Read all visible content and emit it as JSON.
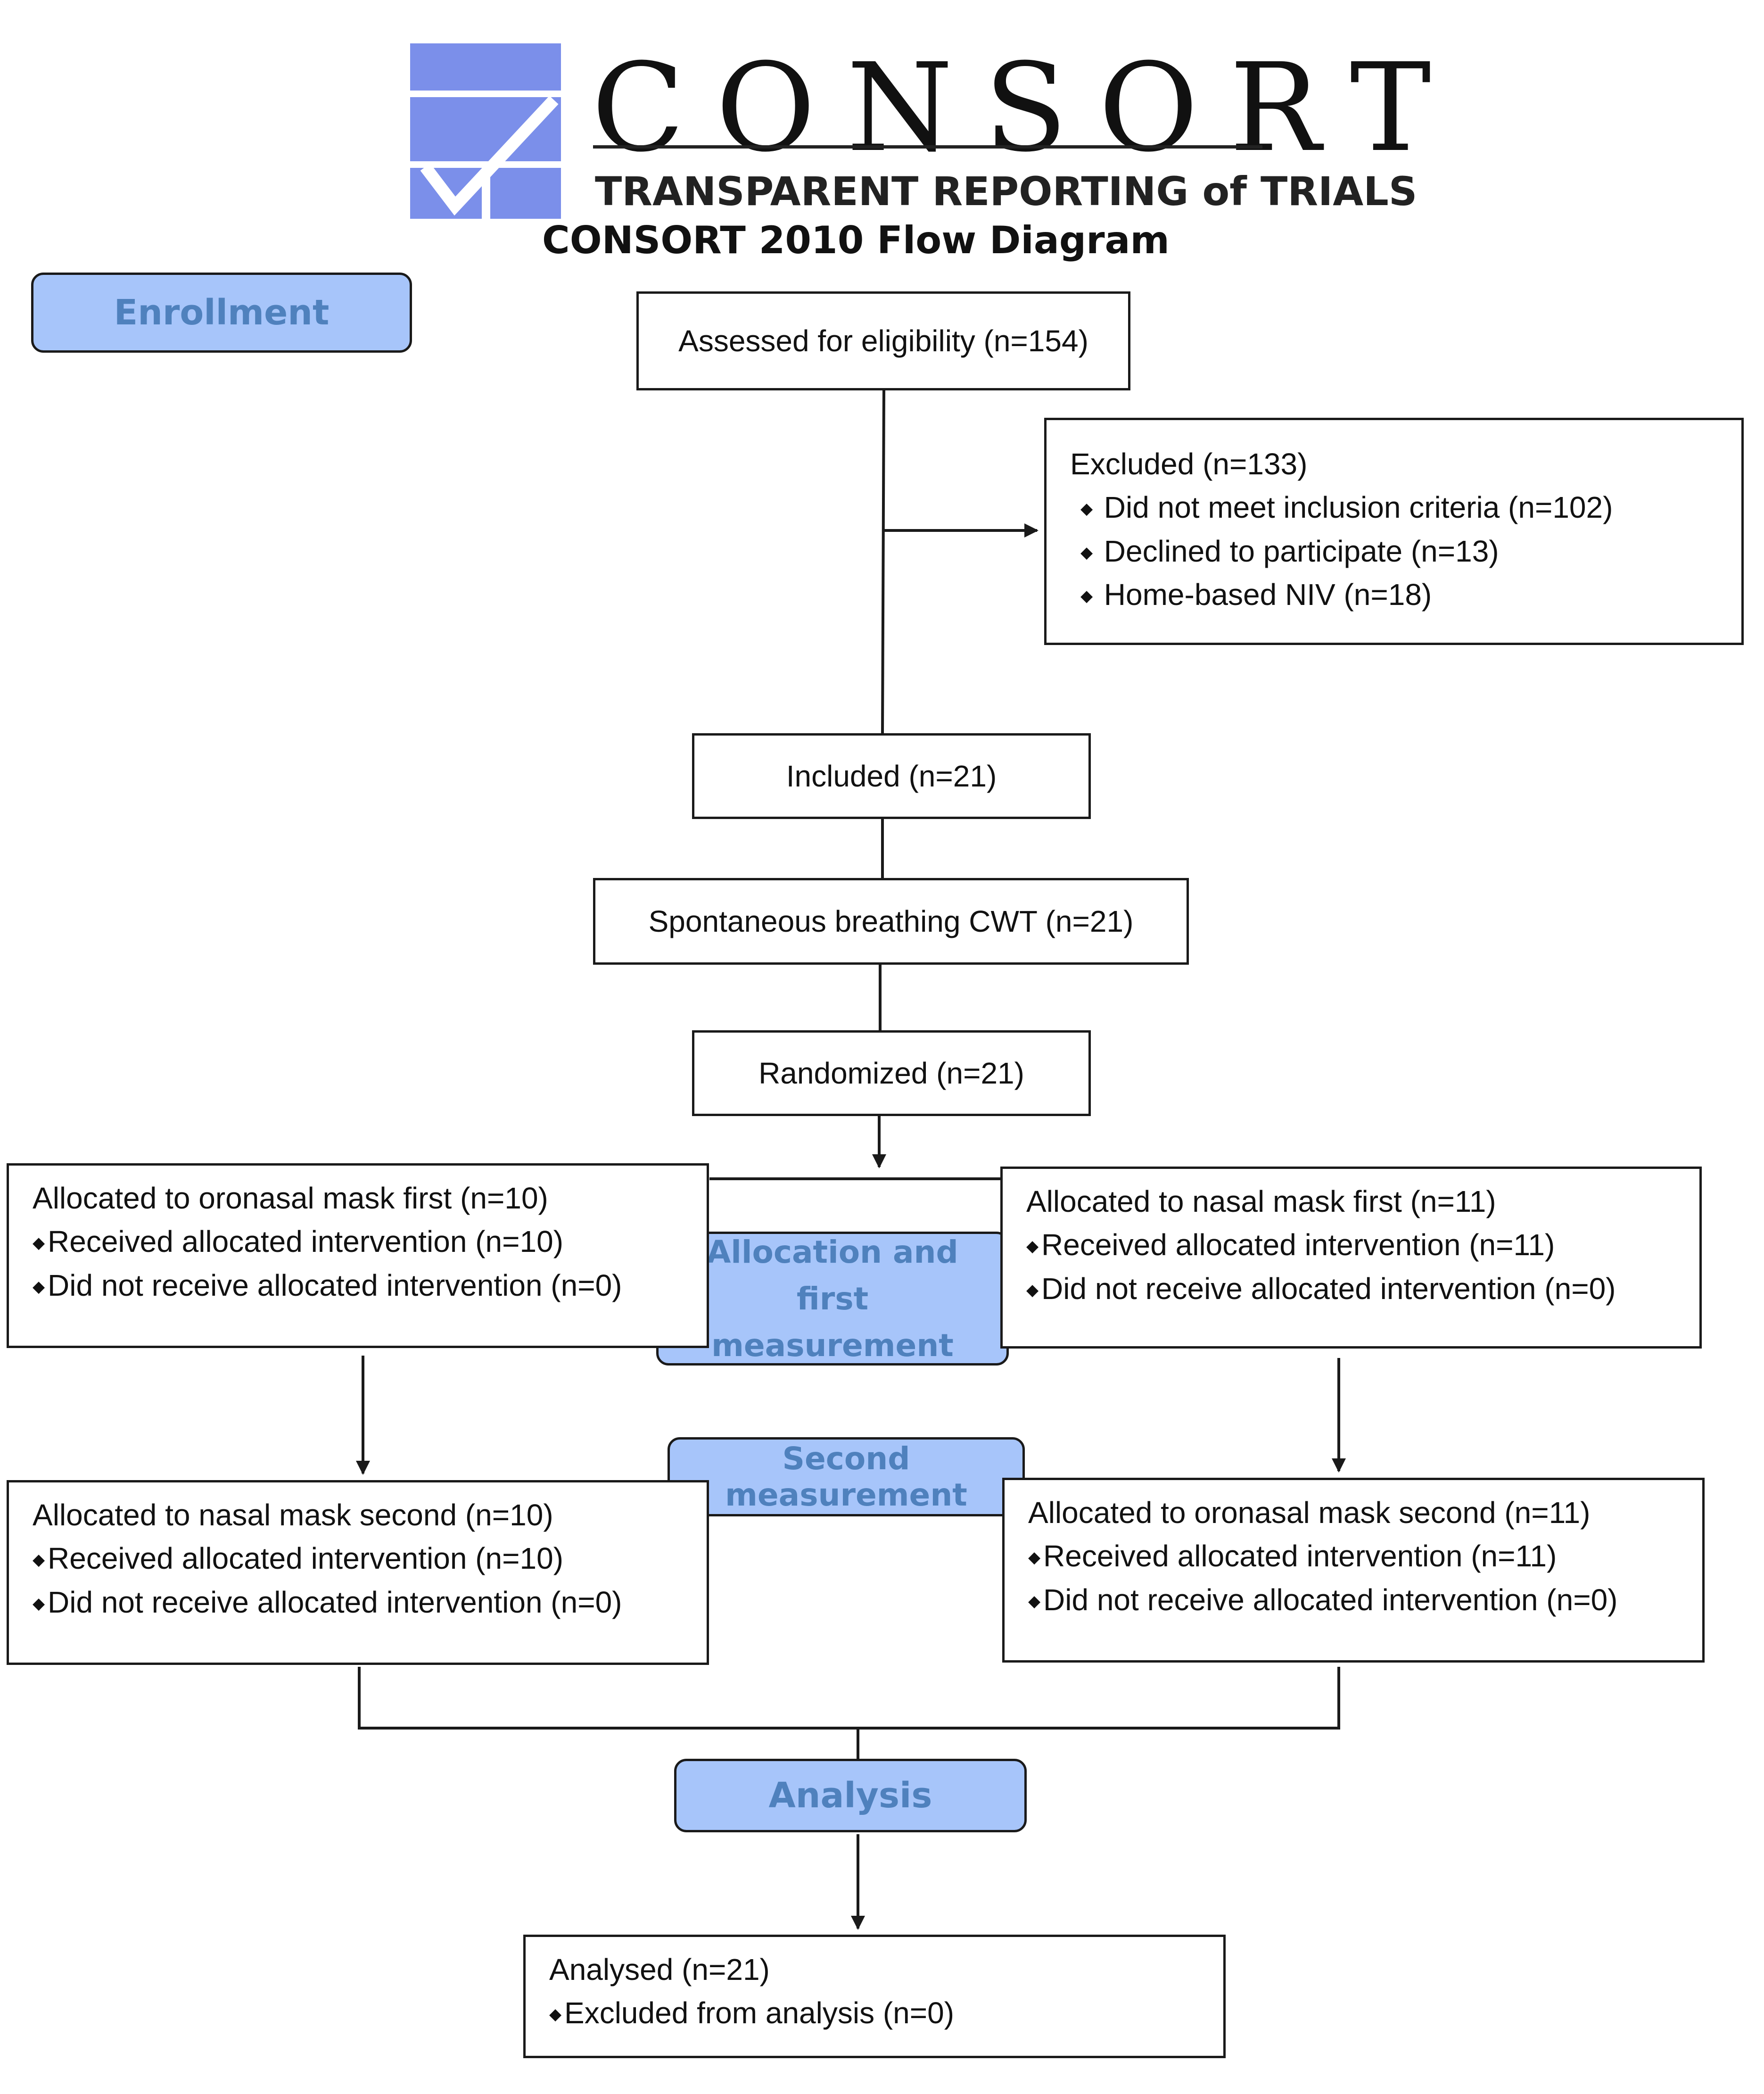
{
  "logo": {
    "wordmark": "CONSORT",
    "tagline": "TRANSPARENT REPORTING of TRIALS",
    "brand_color": "#7b8fea"
  },
  "title": "CONSORT 2010 Flow Diagram",
  "stages": {
    "enrollment": "Enrollment",
    "allocation": "Allocation and first measurement",
    "second": "Second measurement",
    "analysis": "Analysis"
  },
  "boxes": {
    "assessed": "Assessed for eligibility (n=154)",
    "excluded": {
      "heading": "Excluded (n=133)",
      "items": [
        "Did not meet inclusion criteria (n=102)",
        "Declined to participate (n=13)",
        "Home-based NIV (n=18)"
      ]
    },
    "included": "Included (n=21)",
    "cwt": "Spontaneous breathing CWT (n=21)",
    "randomized": "Randomized (n=21)",
    "oronasal_first": {
      "heading": "Allocated to oronasal mask first (n=10)",
      "items": [
        "Received allocated intervention (n=10)",
        "Did not receive allocated intervention (n=0)"
      ]
    },
    "nasal_first": {
      "heading": "Allocated to nasal mask first (n=11)",
      "items": [
        "Received allocated intervention (n=11)",
        "Did not receive allocated intervention (n=0)"
      ]
    },
    "nasal_second": {
      "heading": "Allocated to nasal mask second (n=10)",
      "items": [
        "Received allocated intervention (n=10)",
        "Did not receive allocated intervention (n=0)"
      ]
    },
    "oronasal_second": {
      "heading": "Allocated to oronasal mask second (n=11)",
      "items": [
        "Received allocated intervention (n=11)",
        "Did not receive allocated intervention (n=0)"
      ]
    },
    "analysed": {
      "heading": "Analysed (n=21)",
      "items": [
        "Excluded from analysis (n=0)"
      ]
    }
  },
  "colors": {
    "stage_fill": "#a7c5fa",
    "stage_text": "#4f81bd",
    "line": "#1a1a1a"
  }
}
